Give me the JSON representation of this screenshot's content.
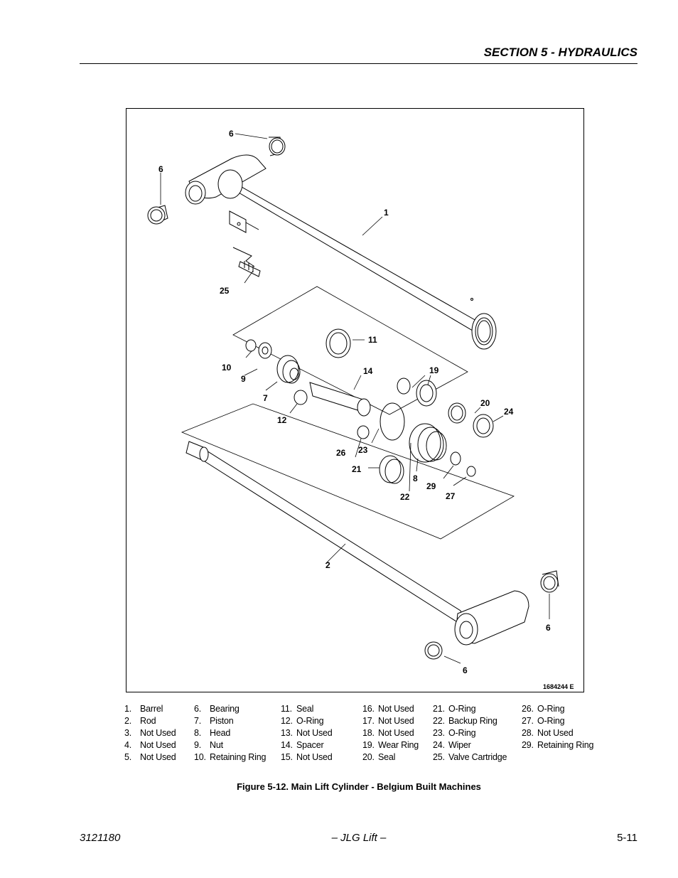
{
  "header": {
    "section_title": "SECTION 5 - HYDRAULICS"
  },
  "figure": {
    "drawing_number": "1684244 E",
    "callouts": {
      "c1": "1",
      "c2": "2",
      "c6a": "6",
      "c6b": "6",
      "c6c": "6",
      "c6d": "6",
      "c7": "7",
      "c8": "8",
      "c9": "9",
      "c10": "10",
      "c11": "11",
      "c12": "12",
      "c14": "14",
      "c19": "19",
      "c20": "20",
      "c21": "21",
      "c22": "22",
      "c23": "23",
      "c24": "24",
      "c25": "25",
      "c26": "26",
      "c27": "27",
      "c29": "29"
    }
  },
  "legend": {
    "col1": [
      {
        "num": "1.",
        "name": "Barrel"
      },
      {
        "num": "2.",
        "name": "Rod"
      },
      {
        "num": "3.",
        "name": "Not Used"
      },
      {
        "num": "4.",
        "name": "Not Used"
      },
      {
        "num": "5.",
        "name": "Not Used"
      }
    ],
    "col2": [
      {
        "num": "6.",
        "name": "Bearing"
      },
      {
        "num": "7.",
        "name": "Piston"
      },
      {
        "num": "8.",
        "name": "Head"
      },
      {
        "num": "9.",
        "name": "Nut"
      },
      {
        "num": "10.",
        "name": "Retaining Ring"
      }
    ],
    "col3": [
      {
        "num": "11.",
        "name": "Seal"
      },
      {
        "num": "12.",
        "name": "O-Ring"
      },
      {
        "num": "13.",
        "name": "Not Used"
      },
      {
        "num": "14.",
        "name": "Spacer"
      },
      {
        "num": "15.",
        "name": "Not Used"
      }
    ],
    "col4": [
      {
        "num": "16.",
        "name": "Not Used"
      },
      {
        "num": "17.",
        "name": "Not Used"
      },
      {
        "num": "18.",
        "name": "Not Used"
      },
      {
        "num": "19.",
        "name": "Wear Ring"
      },
      {
        "num": "20.",
        "name": "Seal"
      }
    ],
    "col5": [
      {
        "num": "21.",
        "name": "O-Ring"
      },
      {
        "num": "22.",
        "name": "Backup Ring"
      },
      {
        "num": "23.",
        "name": "O-Ring"
      },
      {
        "num": "24.",
        "name": "Wiper"
      },
      {
        "num": "25.",
        "name": "Valve Cartridge"
      }
    ],
    "col6": [
      {
        "num": "26.",
        "name": "O-Ring"
      },
      {
        "num": "27.",
        "name": "O-Ring"
      },
      {
        "num": "28.",
        "name": "Not Used"
      },
      {
        "num": "29.",
        "name": "Retaining Ring"
      }
    ]
  },
  "caption": "Figure 5-12.  Main Lift Cylinder - Belgium Built Machines",
  "footer": {
    "doc_number": "3121180",
    "center": "– JLG Lift –",
    "page": "5-11"
  }
}
